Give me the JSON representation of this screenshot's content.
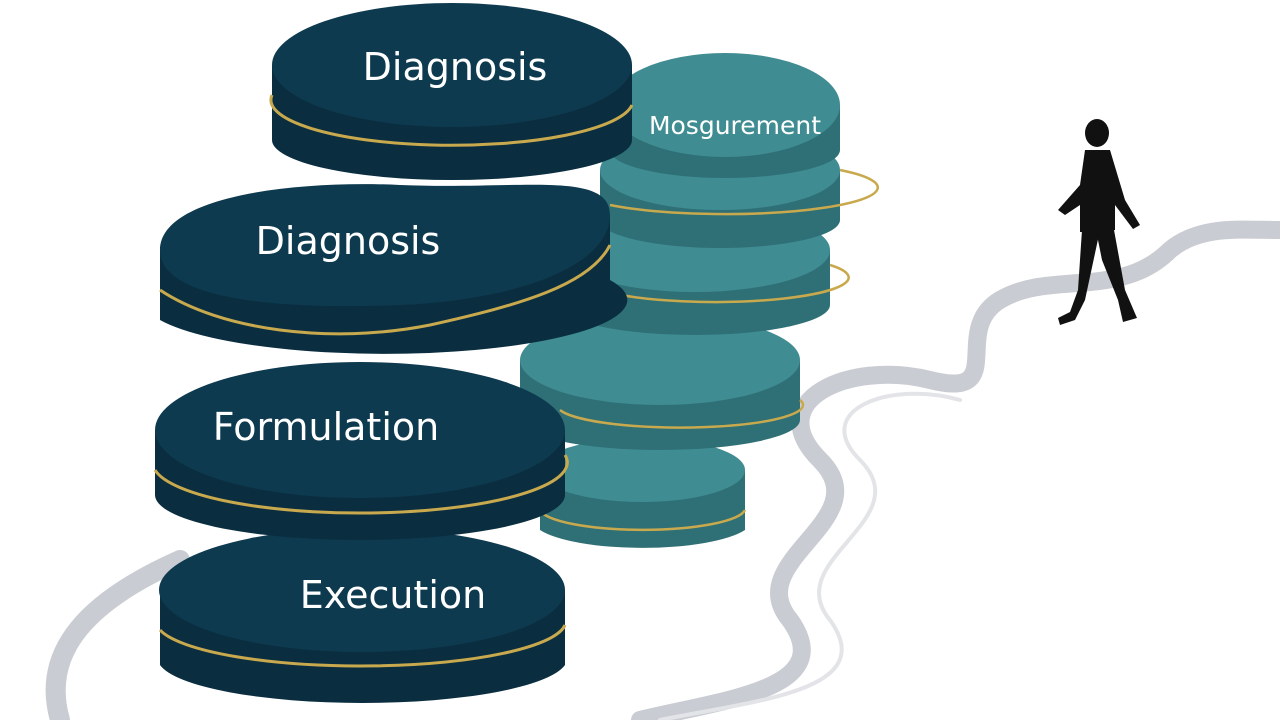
{
  "stages": [
    {
      "id": "diagnosis-top",
      "label": "Diagnosis"
    },
    {
      "id": "measurement",
      "label": "Mosgurement"
    },
    {
      "id": "diagnosis",
      "label": "Diagnosis"
    },
    {
      "id": "formulation",
      "label": "Formulation"
    },
    {
      "id": "execution",
      "label": "Execution"
    }
  ],
  "colors": {
    "dark_disc": "#0d3a4f",
    "dark_disc_side": "#0a2e40",
    "teal_disc": "#3f8c92",
    "teal_disc_side": "#2f7076",
    "gold_band": "#c9a94e",
    "path": "#c9ccd2",
    "figure": "#111111"
  },
  "icons": [
    "walking-person-icon"
  ]
}
